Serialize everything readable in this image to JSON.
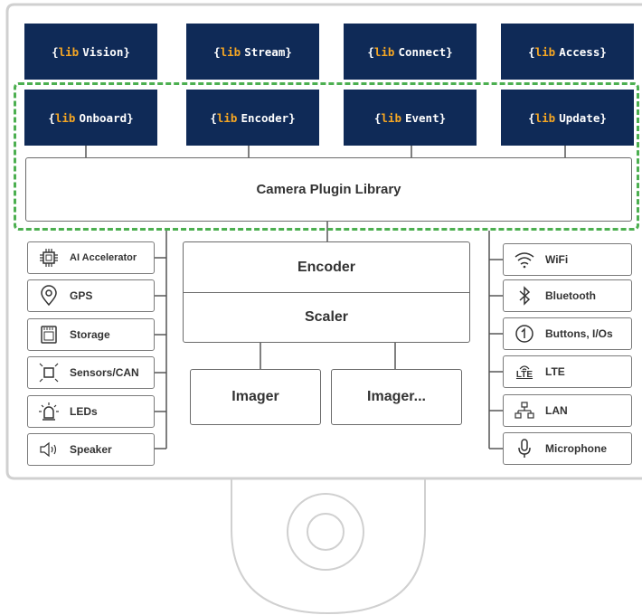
{
  "libraries": {
    "prefix": "lib",
    "top_row": [
      {
        "name": "Vision"
      },
      {
        "name": "Stream"
      },
      {
        "name": "Connect"
      },
      {
        "name": "Access"
      }
    ],
    "plugin_row": [
      {
        "name": "Onboard"
      },
      {
        "name": "Encoder"
      },
      {
        "name": "Event"
      },
      {
        "name": "Update"
      }
    ]
  },
  "plugin_library": {
    "label": "Camera Plugin Library"
  },
  "pipeline": {
    "encoder": "Encoder",
    "scaler": "Scaler",
    "imagers": [
      "Imager",
      "Imager..."
    ]
  },
  "left_peripherals": [
    {
      "label": "AI Accelerator",
      "icon": "chip-icon"
    },
    {
      "label": "GPS",
      "icon": "map-pin-icon"
    },
    {
      "label": "Storage",
      "icon": "sd-card-icon"
    },
    {
      "label": "Sensors/CAN",
      "icon": "sensor-icon"
    },
    {
      "label": "LEDs",
      "icon": "led-icon"
    },
    {
      "label": "Speaker",
      "icon": "speaker-icon"
    }
  ],
  "right_peripherals": [
    {
      "label": "WiFi",
      "icon": "wifi-icon"
    },
    {
      "label": "Bluetooth",
      "icon": "bluetooth-icon"
    },
    {
      "label": "Buttons, I/Os",
      "icon": "button-icon"
    },
    {
      "label": "LTE",
      "icon": "lte-icon",
      "icon_text": "LTE"
    },
    {
      "label": "LAN",
      "icon": "lan-icon"
    },
    {
      "label": "Microphone",
      "icon": "microphone-icon"
    }
  ],
  "colors": {
    "lib_bg": "#0f2a57",
    "lib_keyword": "#f5a623",
    "dashed_border": "#4caf50",
    "outline": "#cccccc"
  }
}
